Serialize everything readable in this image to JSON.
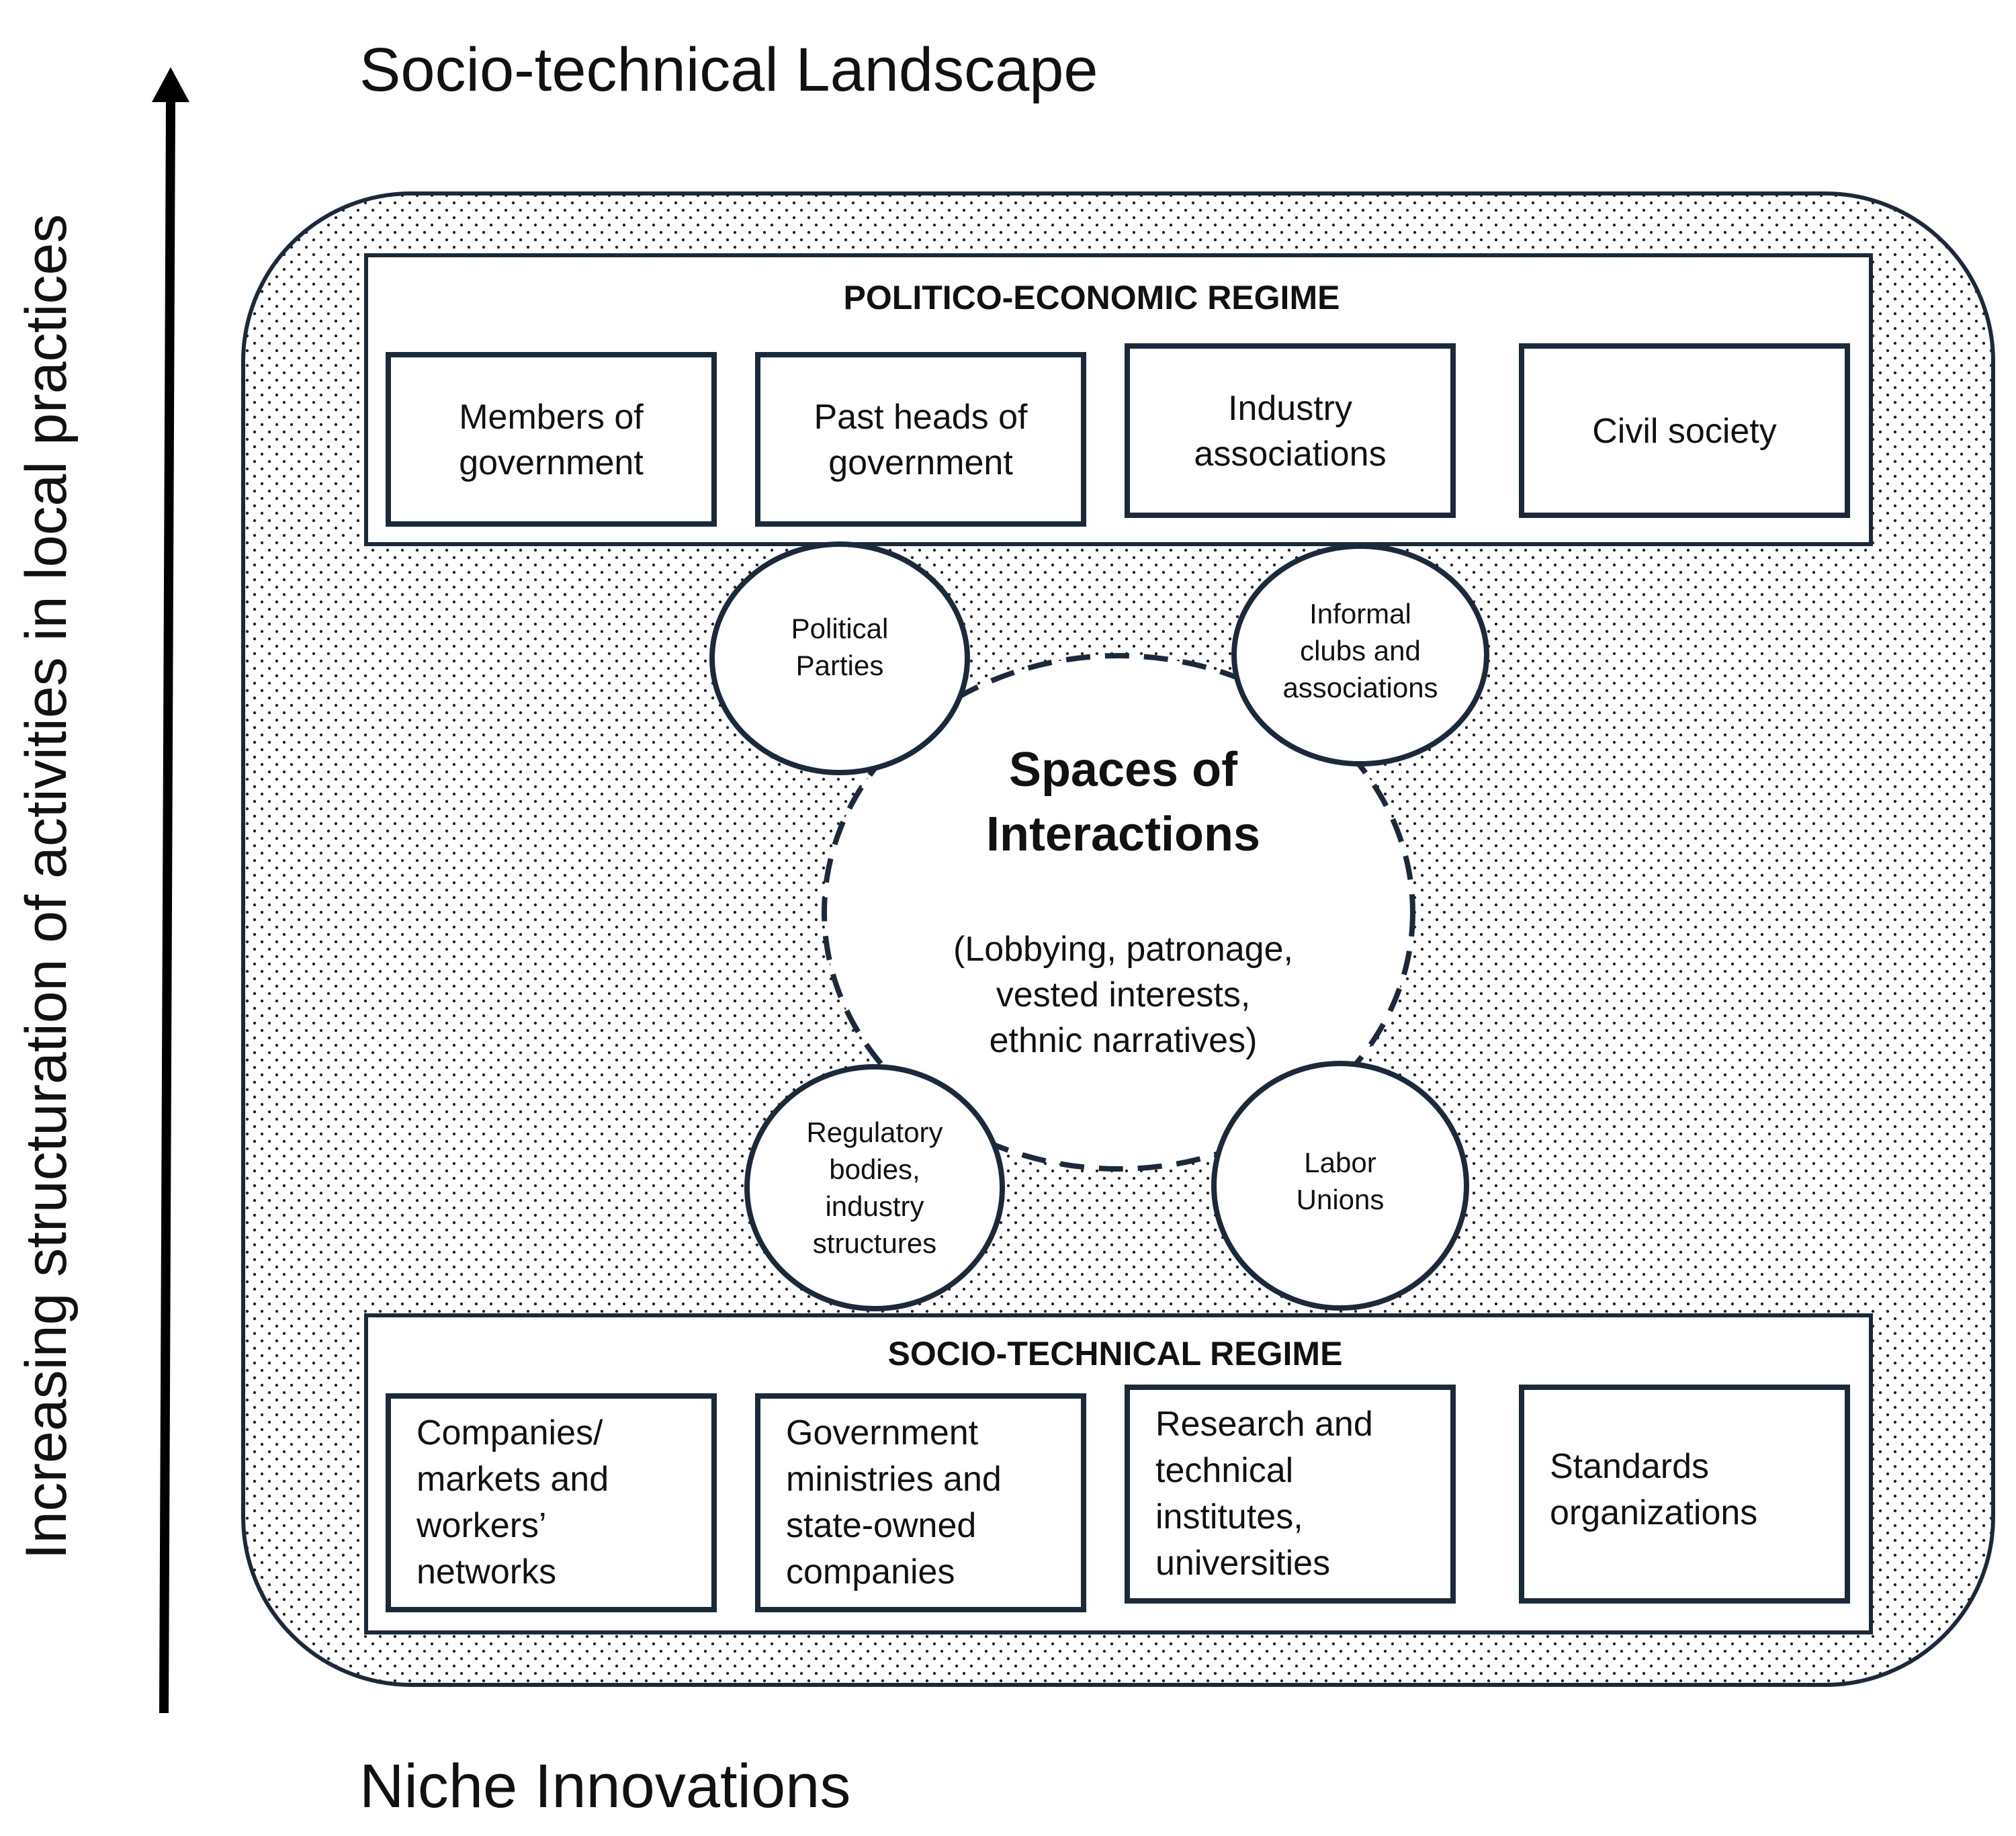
{
  "landscape_label": "Socio-technical Landscape",
  "niche_label": "Niche Innovations",
  "axis_label": "Increasing structuration of activities in local practices",
  "politico": {
    "title": "POLITICO-ECONOMIC REGIME",
    "boxes": [
      [
        "Members of",
        "government"
      ],
      [
        "Past heads of",
        "government"
      ],
      [
        "Industry",
        "associations"
      ],
      [
        "Civil society"
      ]
    ]
  },
  "socio": {
    "title": "SOCIO-TECHNICAL REGIME",
    "boxes": [
      [
        "Companies/",
        "markets and",
        "workers’",
        "networks"
      ],
      [
        "Government",
        "ministries and",
        "state-owned",
        "companies"
      ],
      [
        "Research and",
        "technical",
        "institutes,",
        "universities"
      ],
      [
        "Standards",
        "organizations"
      ]
    ]
  },
  "center": {
    "title": [
      "Spaces of",
      "Interactions"
    ],
    "body": [
      "(Lobbying, patronage,",
      "vested interests,",
      "ethnic narratives)"
    ]
  },
  "circles": {
    "political_parties": [
      "Political",
      "Parties"
    ],
    "informal_clubs": [
      "Informal",
      "clubs and",
      "associations"
    ],
    "regulatory": [
      "Regulatory",
      "bodies,",
      "industry",
      "structures"
    ],
    "labor_unions": [
      "Labor",
      "Unions"
    ]
  },
  "colors": {
    "stroke": "#1a2a3a",
    "text": "#111111",
    "dots": "#222222"
  }
}
